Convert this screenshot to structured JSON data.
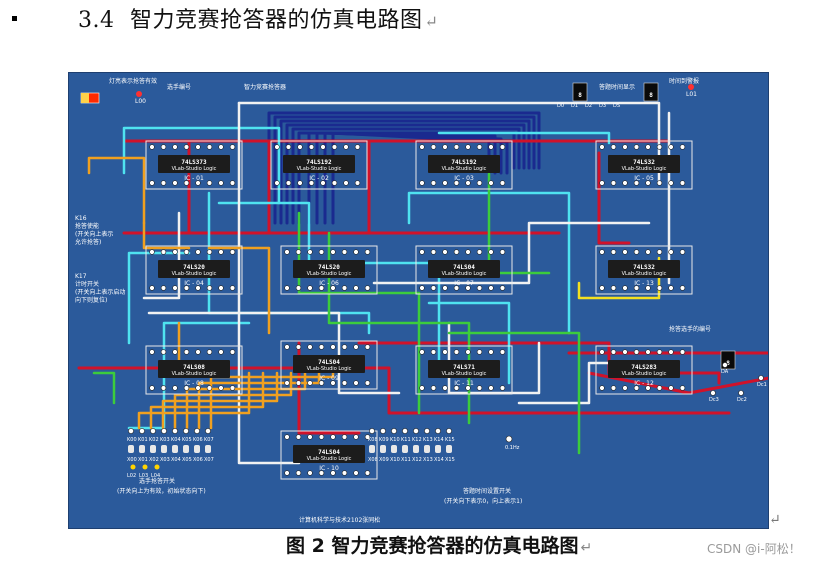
{
  "heading": {
    "number": "3.4",
    "title": "智力竞赛抢答器的仿真电路图",
    "return_mark": "↵"
  },
  "figure": {
    "top_labels": [
      "灯亮表示抢答有效",
      "选手编号",
      "智力竞赛抢答器",
      "答题时间显示",
      "时间到警报"
    ],
    "switch_labels": [
      "L00",
      "L01"
    ],
    "left_labels": [
      "K16",
      "抢答使能",
      "(开关向上表示",
      "允许抢答)",
      "K17",
      "计时开关",
      "(开关向上表示启动",
      "向下则复位)"
    ],
    "display_labels": [
      "D0",
      "D1",
      "D2",
      "D3",
      "DS"
    ],
    "chips": [
      {
        "name": "74LS373",
        "id": "IC - 01"
      },
      {
        "name": "74LS192",
        "id": "IC - 02"
      },
      {
        "name": "74LS192",
        "id": "IC - 03"
      },
      {
        "name": "74LS32",
        "id": "IC - 05"
      },
      {
        "name": "74LS20",
        "id": "IC - 04"
      },
      {
        "name": "74LS20",
        "id": "IC - 06"
      },
      {
        "name": "74LS04",
        "id": "IC - 07"
      },
      {
        "name": "74LS32",
        "id": "IC - 13"
      },
      {
        "name": "74LS08",
        "id": "IC - 08"
      },
      {
        "name": "74LS04",
        "id": "IC - 09"
      },
      {
        "name": "74LS71",
        "id": "IC - 11"
      },
      {
        "name": "74LS283",
        "id": "IC - 12"
      },
      {
        "name": "74LS04",
        "id": "IC - 10"
      }
    ],
    "input_labels_top": [
      "K00",
      "K01",
      "K02",
      "K03",
      "K04",
      "K05",
      "K06",
      "K07"
    ],
    "input_labels_bottom": [
      "X00",
      "X01",
      "X02",
      "X03",
      "X04",
      "X05",
      "X06",
      "X07"
    ],
    "led_labels": [
      "L02",
      "L03",
      "L04"
    ],
    "right_inputs_top": [
      "K08",
      "K09",
      "K10",
      "K11",
      "K12",
      "K13",
      "K14",
      "K15"
    ],
    "right_inputs_bottom": [
      "X08",
      "X09",
      "X10",
      "X11",
      "X12",
      "X13",
      "X14",
      "X15"
    ],
    "clock_label": "0.1Hz",
    "right_side_label": "抢答选手的编号",
    "right_output_labels": [
      "Dc3",
      "Dc2",
      "Dc1",
      "DA"
    ],
    "bottom_labels": [
      "选手抢答开关",
      "(开关向上为有效，初始状态向下)",
      "答题时间设置开关",
      "(开关向下表示0，向上表示1)",
      "计算机科学与技术2102张同松"
    ],
    "buzzer_label": "L01"
  },
  "caption": {
    "text": "图 2  智力竞赛抢答器的仿真电路图",
    "return_mark": "↵"
  },
  "fig_return_mark": "↵",
  "watermark": "CSDN @i-阿松！",
  "colors": {
    "board": "#2b5a9b",
    "wire_red": "#d0122a",
    "wire_cyan": "#4fe3f0",
    "wire_white": "#f2f2f2",
    "wire_orange": "#f0a020",
    "wire_green": "#3ccc3c",
    "wire_navy": "#1a2a8f",
    "wire_yellow": "#f4e020",
    "chip": "#1c1c1c"
  }
}
